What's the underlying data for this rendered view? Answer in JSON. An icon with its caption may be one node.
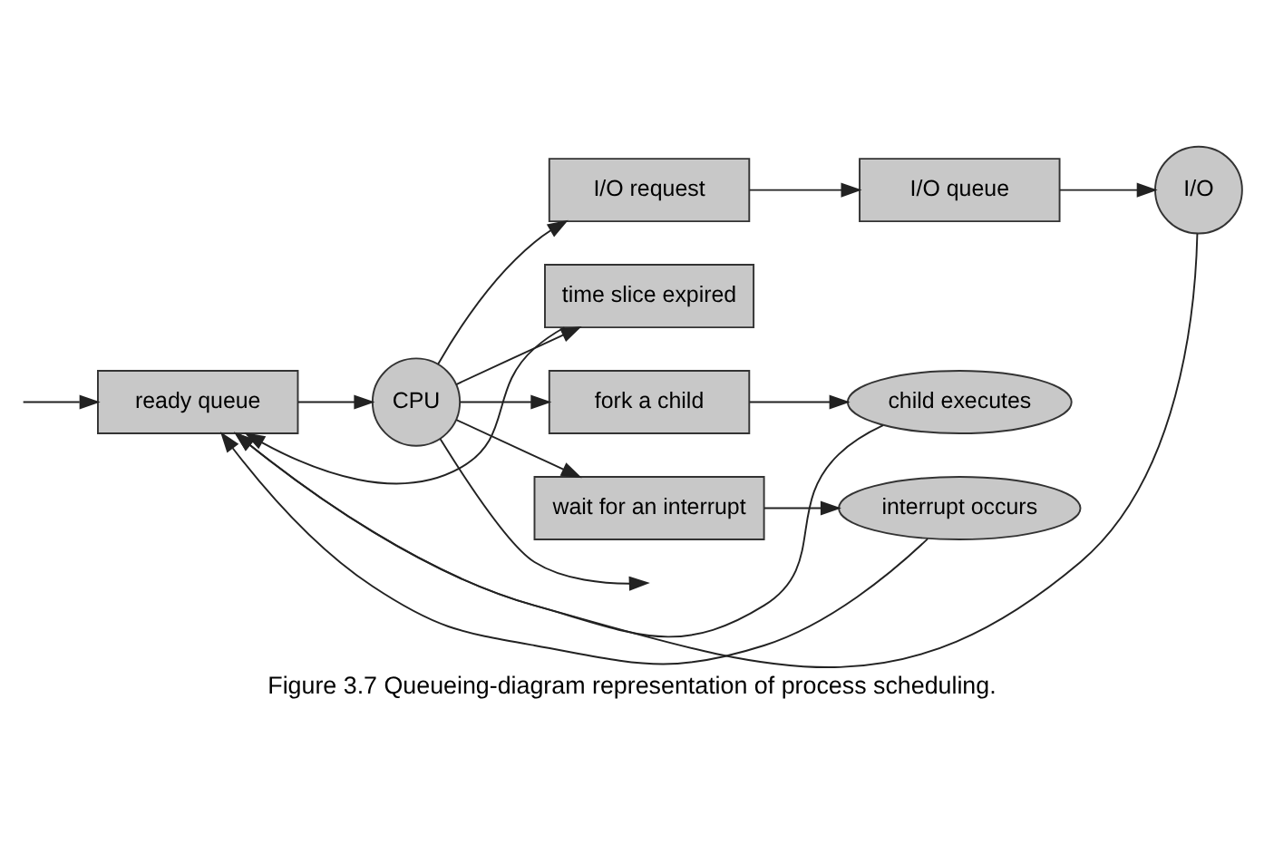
{
  "diagram": {
    "caption": "Figure 3.7 Queueing-diagram representation of process scheduling.",
    "nodes": [
      {
        "text": [
          "ready queue"
        ]
      },
      {
        "text": [
          "CPU"
        ]
      },
      {
        "text": [
          "I/O"
        ]
      },
      {
        "text": [
          "I/O queue"
        ]
      },
      {
        "text": [
          "I/O request"
        ]
      },
      {
        "text": [
          "time slice expired"
        ]
      },
      {
        "text": [
          "child executes"
        ]
      },
      {
        "text": [
          "fork a child"
        ]
      },
      {
        "text": [
          "interrupt occurs"
        ]
      },
      {
        "text": [
          "wait for an interrupt"
        ]
      }
    ],
    "edges": [
      {
        "from": null,
        "to": 0,
        "arrow": "to"
      },
      {
        "from": 0,
        "to": 1,
        "arrow": "to"
      },
      {
        "from": 1,
        "to": null,
        "arrow": "to"
      },
      {
        "from": 1,
        "to": 4,
        "arrow": "to"
      },
      {
        "from": 1,
        "to": 5,
        "arrow": "to"
      },
      {
        "from": 1,
        "to": 7,
        "arrow": "to"
      },
      {
        "from": 1,
        "to": 9,
        "arrow": "to"
      },
      {
        "from": 4,
        "to": 3,
        "arrow": "to"
      },
      {
        "from": 3,
        "to": 2,
        "arrow": "to"
      },
      {
        "from": 2,
        "to": 0,
        "arrow": "to"
      },
      {
        "from": 5,
        "to": 0,
        "arrow": "to"
      },
      {
        "from": 7,
        "to": 6,
        "arrow": "to"
      },
      {
        "from": 6,
        "to": 0,
        "arrow": "to"
      },
      {
        "from": 9,
        "to": 8,
        "arrow": "to"
      },
      {
        "from": 8,
        "to": 0,
        "arrow": "to"
      }
    ]
  }
}
